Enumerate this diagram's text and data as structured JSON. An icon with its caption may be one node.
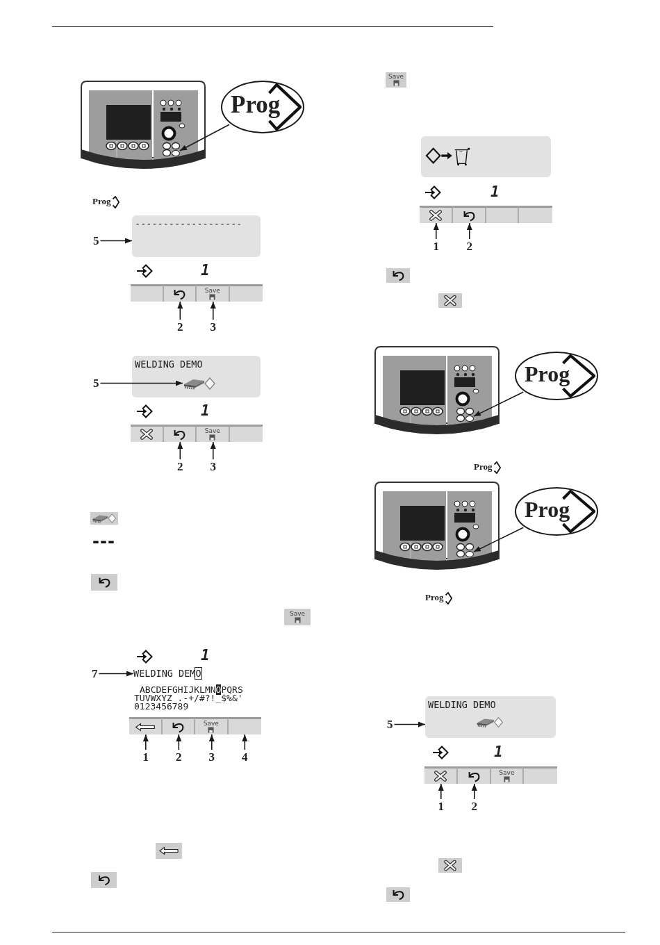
{
  "diagram": {
    "nodes": [
      {
        "text": [],
        "shape": "picture"
      },
      {
        "text": [],
        "shape": "circle",
        "in": 0
      },
      {
        "text": [
          "Prog"
        ]
      },
      {
        "text": [
          "-------------------"
        ]
      },
      {
        "text": [
          "5"
        ]
      },
      {
        "text": [],
        "shape": "box"
      },
      {
        "text": [],
        "shape": "box"
      },
      {
        "text": [
          "Save"
        ]
      },
      {
        "text": [],
        "shape": "box"
      },
      {
        "text": [
          "2"
        ]
      },
      {
        "text": [
          "3"
        ]
      },
      {
        "text": [
          "WELDING DEMO"
        ]
      },
      {
        "text": [],
        "shape": "picture",
        "in": 11
      },
      {
        "text": [
          "5"
        ]
      },
      {
        "text": [],
        "shape": "box"
      },
      {
        "text": [],
        "shape": "box"
      },
      {
        "text": [
          "Save"
        ]
      },
      {
        "text": [],
        "shape": "box"
      },
      {
        "text": [
          "2"
        ]
      },
      {
        "text": [
          "3"
        ]
      },
      {
        "text": [
          "7"
        ]
      },
      {
        "text": [
          "WELDING DEMO"
        ]
      },
      {
        "text": [],
        "shape": "box"
      },
      {
        "text": [],
        "shape": "box"
      },
      {
        "text": [
          "Save"
        ]
      },
      {
        "text": [],
        "shape": "box"
      },
      {
        "text": [
          "1"
        ]
      },
      {
        "text": [
          "2"
        ]
      },
      {
        "text": [
          "3"
        ]
      },
      {
        "text": [
          "4"
        ]
      },
      {
        "text": [],
        "shape": "box"
      },
      {
        "text": [],
        "shape": "box"
      },
      {
        "text": [],
        "shape": "box"
      },
      {
        "text": [],
        "shape": "box"
      },
      {
        "text": [],
        "shape": "box"
      },
      {
        "text": [
          "1"
        ]
      },
      {
        "text": [
          "2"
        ]
      },
      {
        "text": [],
        "shape": "picture"
      },
      {
        "text": [],
        "shape": "circle",
        "in": 37
      },
      {
        "text": [
          "Prog"
        ]
      },
      {
        "text": [],
        "shape": "picture"
      },
      {
        "text": [],
        "shape": "circle",
        "in": 40
      },
      {
        "text": [
          "Prog"
        ]
      },
      {
        "text": [
          "WELDING DEMO"
        ]
      },
      {
        "text": [
          "5"
        ]
      },
      {
        "text": [],
        "shape": "box"
      },
      {
        "text": [],
        "shape": "box"
      },
      {
        "text": [
          "Save"
        ]
      },
      {
        "text": [],
        "shape": "box"
      },
      {
        "text": [
          "1"
        ]
      },
      {
        "text": [
          "2"
        ]
      }
    ],
    "edges": [
      {
        "from": 2,
        "to": 1,
        "arrow": "to"
      },
      {
        "from": 4,
        "to": 3,
        "arrow": "to"
      },
      {
        "from": 9,
        "to": 6,
        "arrow": "to"
      },
      {
        "from": 10,
        "to": 7,
        "arrow": "to"
      },
      {
        "from": 13,
        "to": 12,
        "arrow": "to"
      },
      {
        "from": 18,
        "to": 15,
        "arrow": "to"
      },
      {
        "from": 19,
        "to": 16,
        "arrow": "to"
      },
      {
        "from": 20,
        "to": 21,
        "arrow": "to"
      },
      {
        "from": 26,
        "to": 22,
        "arrow": "to"
      },
      {
        "from": 27,
        "to": 23,
        "arrow": "to"
      },
      {
        "from": 28,
        "to": 24,
        "arrow": "to"
      },
      {
        "from": 29,
        "to": 25,
        "arrow": "to"
      },
      {
        "from": 35,
        "to": 31,
        "arrow": "to"
      },
      {
        "from": 36,
        "to": 32,
        "arrow": "to"
      },
      {
        "from": 39,
        "to": 38,
        "arrow": "to"
      },
      {
        "from": 42,
        "to": 41,
        "arrow": "to"
      },
      {
        "from": 44,
        "to": 43,
        "arrow": "to"
      },
      {
        "from": 49,
        "to": 45,
        "arrow": "to"
      },
      {
        "from": 50,
        "to": 46,
        "arrow": "to"
      }
    ],
    "labels": [
      "Prog",
      "1",
      "1",
      "---",
      "Save",
      "1",
      "ABCDEFGHIJKLMNOPQRS",
      "TUVWXYZ .-+/#?!_$%&'",
      "0123456789",
      "Save",
      "1",
      "Prog",
      "Prog",
      "1"
    ]
  }
}
